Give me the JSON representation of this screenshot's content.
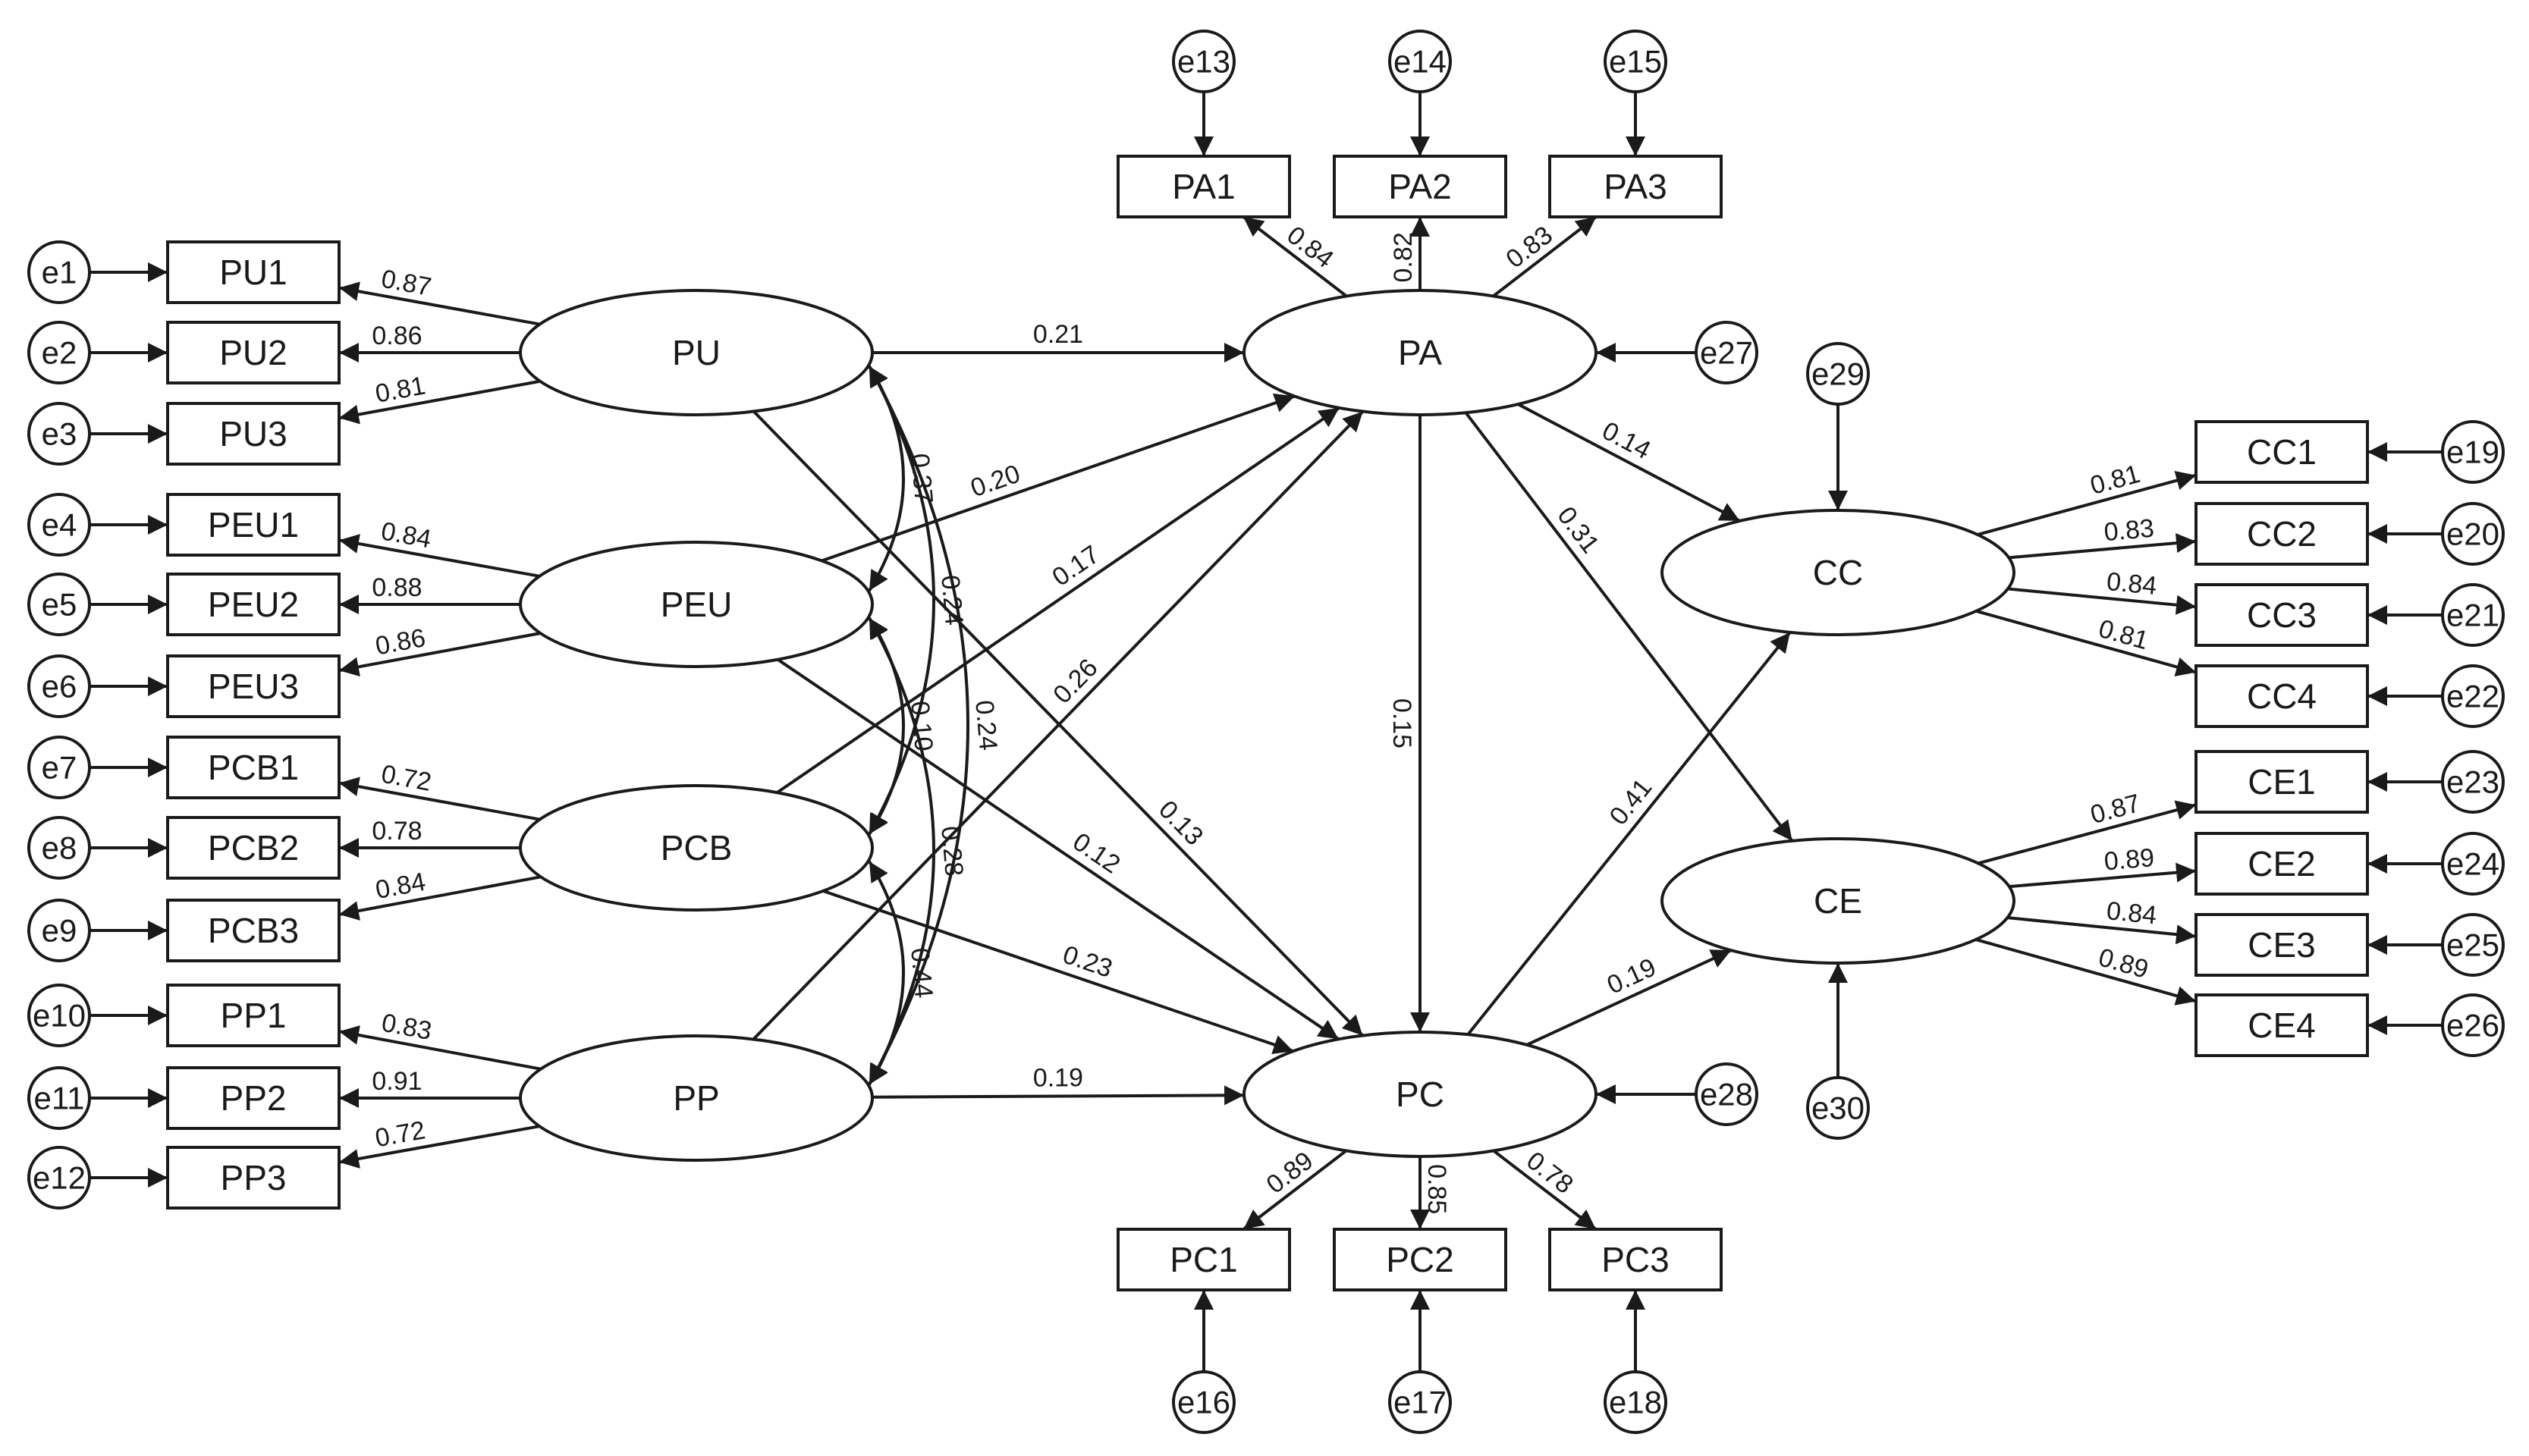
{
  "errors": [
    "e1",
    "e2",
    "e3",
    "e4",
    "e5",
    "e6",
    "e7",
    "e8",
    "e9",
    "e10",
    "e11",
    "e12",
    "e13",
    "e14",
    "e15",
    "e16",
    "e17",
    "e18",
    "e19",
    "e20",
    "e21",
    "e22",
    "e23",
    "e24",
    "e25",
    "e26",
    "e27",
    "e28",
    "e29",
    "e30"
  ],
  "latents": [
    "PU",
    "PEU",
    "PCB",
    "PP",
    "PA",
    "PC",
    "CC",
    "CE"
  ],
  "indicators": [
    "PU1",
    "PU2",
    "PU3",
    "PEU1",
    "PEU2",
    "PEU3",
    "PCB1",
    "PCB2",
    "PCB3",
    "PP1",
    "PP2",
    "PP3",
    "PA1",
    "PA2",
    "PA3",
    "PC1",
    "PC2",
    "PC3",
    "CC1",
    "CC2",
    "CC3",
    "CC4",
    "CE1",
    "CE2",
    "CE3",
    "CE4"
  ],
  "loadings": {
    "PU": [
      "0.87",
      "0.86",
      "0.81"
    ],
    "PEU": [
      "0.84",
      "0.88",
      "0.86"
    ],
    "PCB": [
      "0.72",
      "0.78",
      "0.84"
    ],
    "PP": [
      "0.83",
      "0.91",
      "0.72"
    ],
    "PA": [
      "0.84",
      "0.82",
      "0.83"
    ],
    "PC": [
      "0.89",
      "0.85",
      "0.78"
    ],
    "CC": [
      "0.81",
      "0.83",
      "0.84",
      "0.81"
    ],
    "CE": [
      "0.87",
      "0.89",
      "0.84",
      "0.89"
    ]
  },
  "paths": [
    {
      "from": "PU",
      "to": "PA",
      "coef": "0.21"
    },
    {
      "from": "PEU",
      "to": "PA",
      "coef": "0.20"
    },
    {
      "from": "PCB",
      "to": "PA",
      "coef": "0.17"
    },
    {
      "from": "PP",
      "to": "PA",
      "coef": "0.26"
    },
    {
      "from": "PU",
      "to": "PC",
      "coef": "0.13"
    },
    {
      "from": "PEU",
      "to": "PC",
      "coef": "0.12"
    },
    {
      "from": "PCB",
      "to": "PC",
      "coef": "0.23"
    },
    {
      "from": "PP",
      "to": "PC",
      "coef": "0.19"
    },
    {
      "from": "PA",
      "to": "PC",
      "coef": "0.15"
    },
    {
      "from": "PA",
      "to": "CC",
      "coef": "0.14"
    },
    {
      "from": "PA",
      "to": "CE",
      "coef": "0.31"
    },
    {
      "from": "PC",
      "to": "CC",
      "coef": "0.41"
    },
    {
      "from": "PC",
      "to": "CE",
      "coef": "0.19"
    }
  ],
  "correlations": [
    {
      "between": [
        "PU",
        "PEU"
      ],
      "coef": "0.37"
    },
    {
      "between": [
        "PU",
        "PCB"
      ],
      "coef": "0.24"
    },
    {
      "between": [
        "PU",
        "PP"
      ],
      "coef": "0.24"
    },
    {
      "between": [
        "PEU",
        "PCB"
      ],
      "coef": "0.10"
    },
    {
      "between": [
        "PEU",
        "PP"
      ],
      "coef": "0.28"
    },
    {
      "between": [
        "PCB",
        "PP"
      ],
      "coef": "0.44"
    }
  ]
}
